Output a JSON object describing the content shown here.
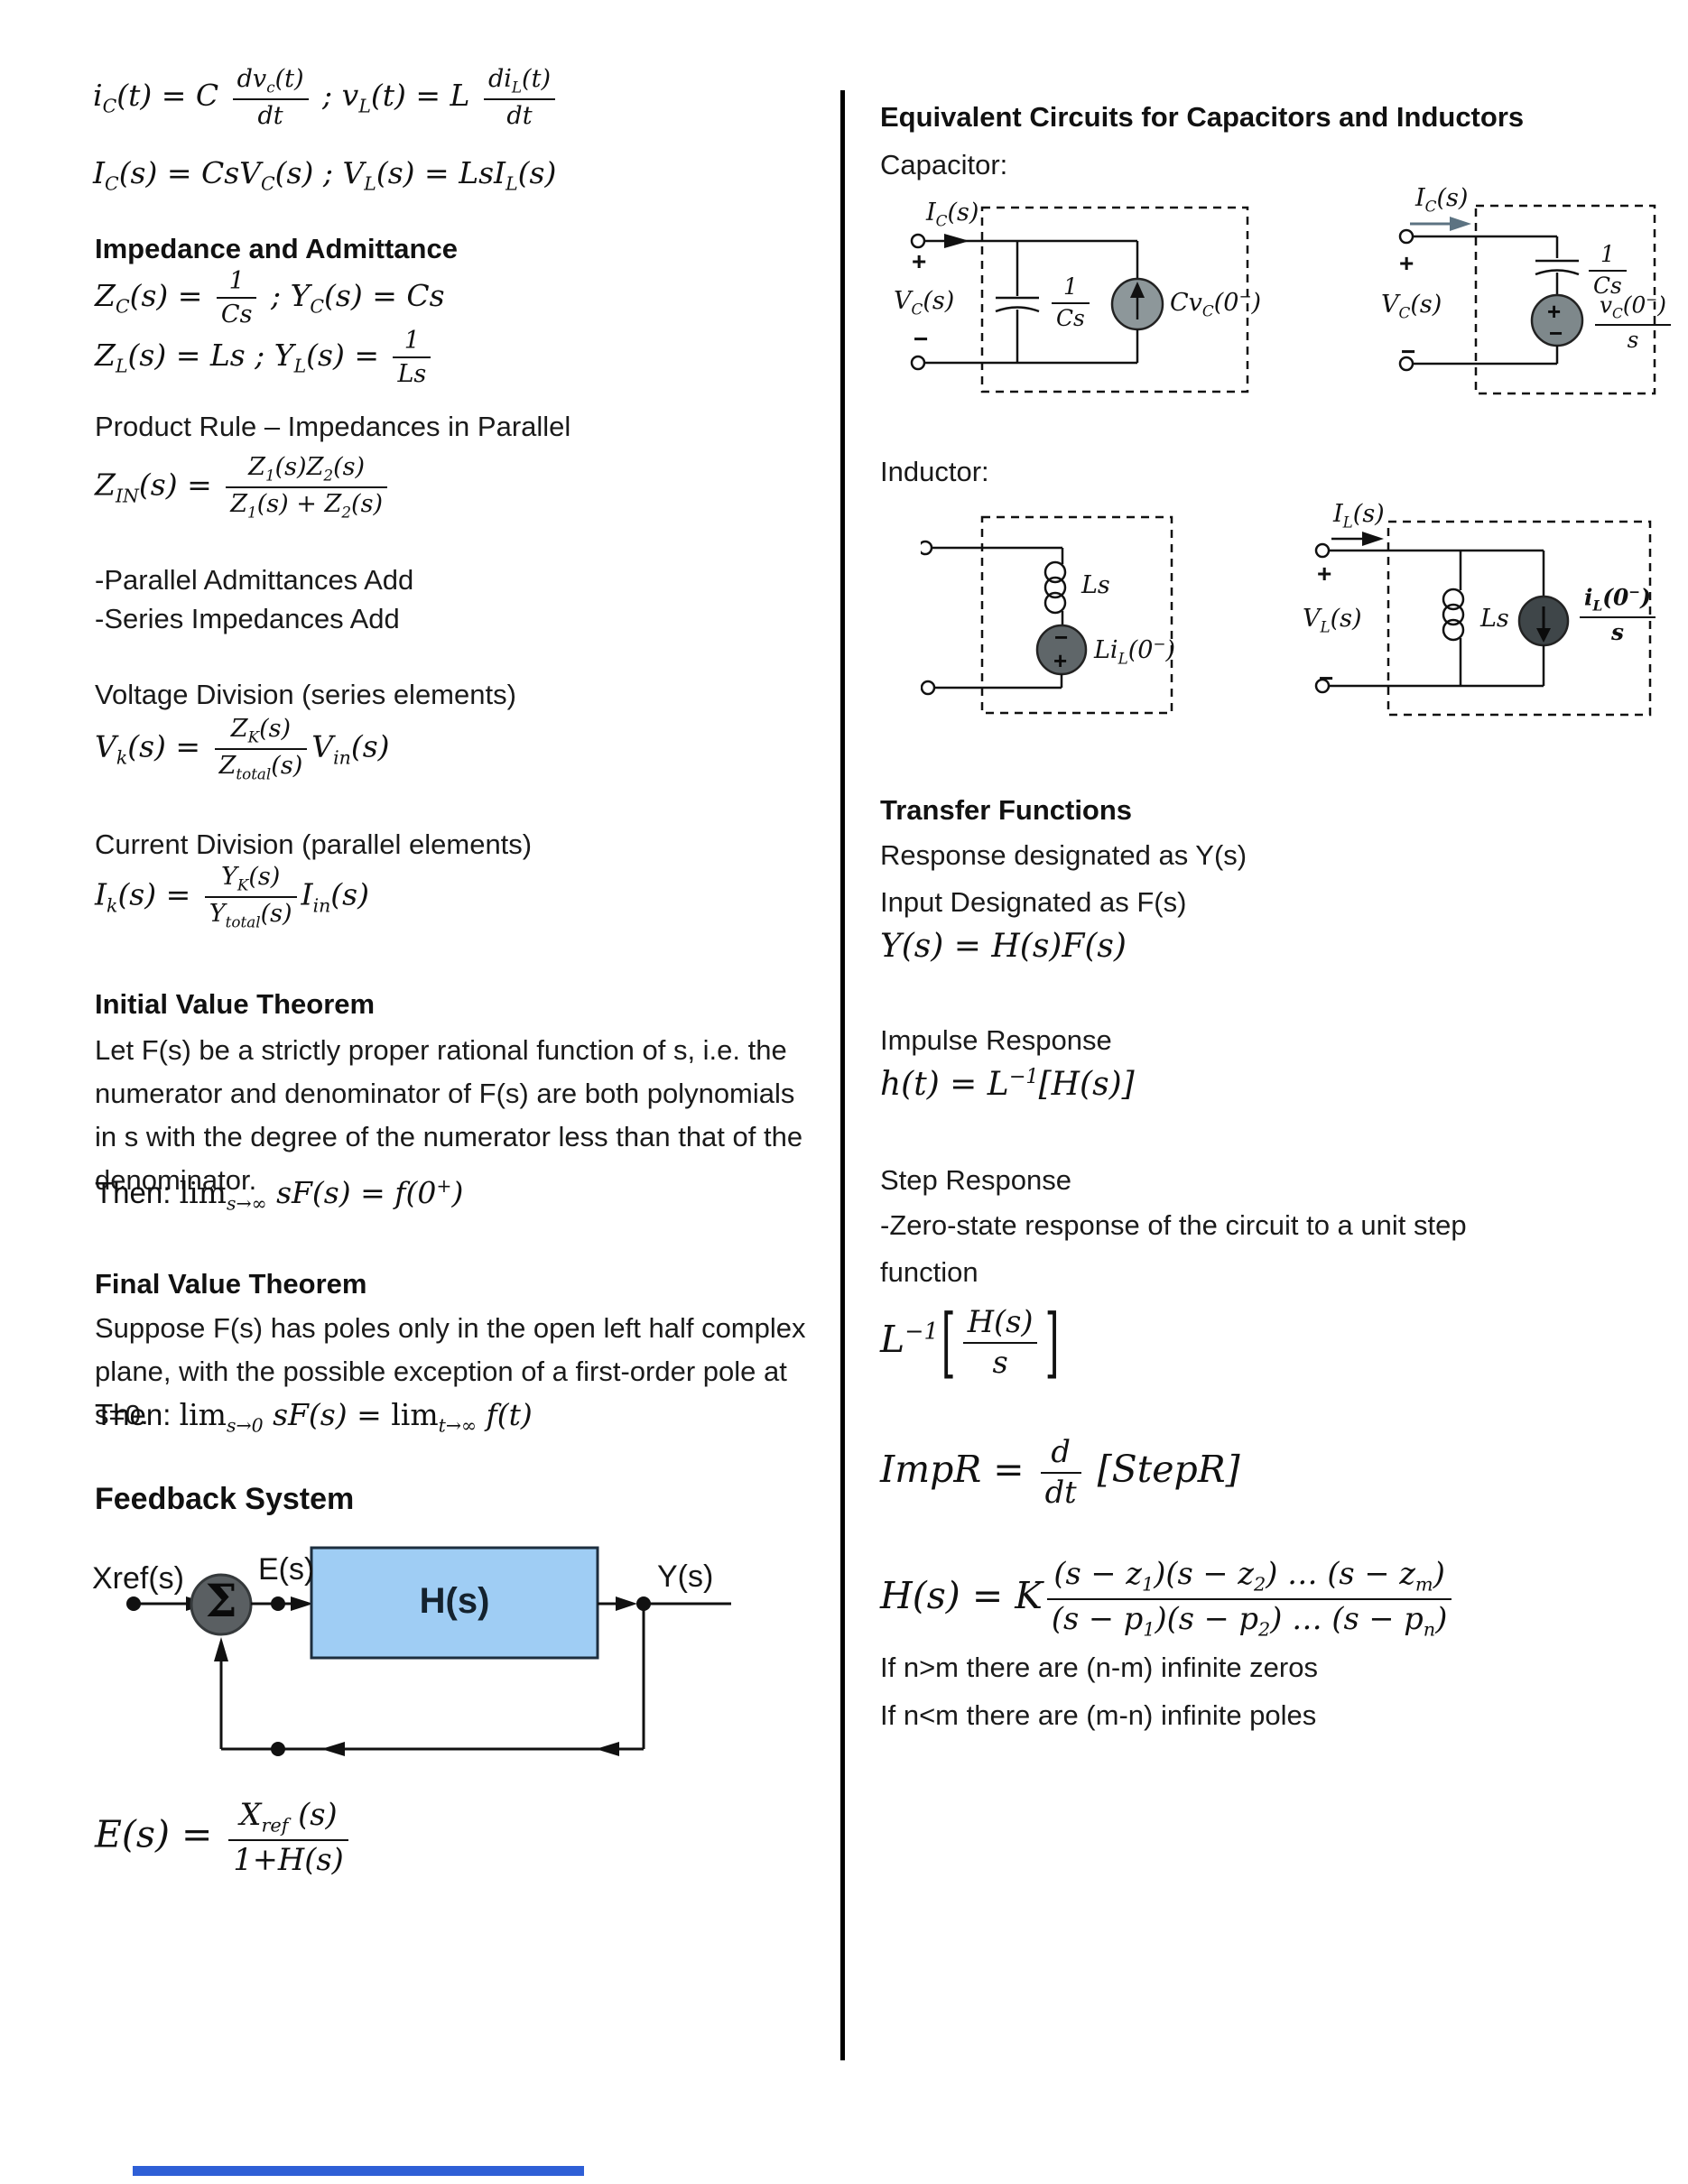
{
  "colors": {
    "divider": "#000000",
    "wire": "#111111",
    "h_box_fill": "#9fcdf4",
    "h_box_border": "#1d2e3e",
    "sum_fill": "#5a5f62",
    "source_light": "#8d979a",
    "source_mid": "#7e888b",
    "source_dark": "#5f6669",
    "source_darkest": "#3f4649",
    "arrow_gray": "#5c7382",
    "bottom_strip": "#2e5fd6"
  },
  "left": {
    "f_time_domain": [
      {
        "tx": "i"
      },
      {
        "sb": "C"
      },
      {
        "tx": "(t) = C "
      },
      {
        "fr": {
          "n": [
            {
              "tx": "dv"
            },
            {
              "sb": "c"
            },
            {
              "tx": "(t)"
            }
          ],
          "d": [
            {
              "tx": "dt"
            }
          ]
        }
      },
      {
        "tx": " ; v"
      },
      {
        "sb": "L"
      },
      {
        "tx": "(t) = L "
      },
      {
        "fr": {
          "n": [
            {
              "tx": "di"
            },
            {
              "sb": "L"
            },
            {
              "tx": "(t)"
            }
          ],
          "d": [
            {
              "tx": "dt"
            }
          ]
        }
      }
    ],
    "f_s_domain": [
      {
        "tx": "I"
      },
      {
        "sb": "C"
      },
      {
        "tx": "(s) = CsV"
      },
      {
        "sb": "C"
      },
      {
        "tx": "(s) ; V"
      },
      {
        "sb": "L"
      },
      {
        "tx": "(s) = LsI"
      },
      {
        "sb": "L"
      },
      {
        "tx": "(s)"
      }
    ],
    "h_impedance": "Impedance and Admittance",
    "f_zc": [
      {
        "tx": "Z"
      },
      {
        "sb": "C"
      },
      {
        "tx": "(s) = "
      },
      {
        "fr": {
          "n": [
            {
              "tx": "1"
            }
          ],
          "d": [
            {
              "tx": "Cs"
            }
          ]
        }
      },
      {
        "tx": " ; Y"
      },
      {
        "sb": "C"
      },
      {
        "tx": "(s) = Cs"
      }
    ],
    "f_zl": [
      {
        "tx": "Z"
      },
      {
        "sb": "L"
      },
      {
        "tx": "(s) = Ls ; Y"
      },
      {
        "sb": "L"
      },
      {
        "tx": "(s) = "
      },
      {
        "fr": {
          "n": [
            {
              "tx": "1"
            }
          ],
          "d": [
            {
              "tx": "Ls"
            }
          ]
        }
      }
    ],
    "h_product_rule": "Product Rule – Impedances in Parallel",
    "f_zin": [
      {
        "tx": "Z"
      },
      {
        "sb": "IN"
      },
      {
        "tx": "(s) = "
      },
      {
        "fr": {
          "n": [
            {
              "tx": "Z"
            },
            {
              "sb": "1"
            },
            {
              "tx": "(s)Z"
            },
            {
              "sb": "2"
            },
            {
              "tx": "(s)"
            }
          ],
          "d": [
            {
              "tx": "Z"
            },
            {
              "sb": "1"
            },
            {
              "tx": "(s) + Z"
            },
            {
              "sb": "2"
            },
            {
              "tx": "(s)"
            }
          ]
        }
      }
    ],
    "b_parallel": "-Parallel Admittances Add",
    "b_series": "-Series Impedances Add",
    "h_voltage_div": "Voltage Division (series elements)",
    "f_vdiv": [
      {
        "tx": "V"
      },
      {
        "sb": "k"
      },
      {
        "tx": "(s) = "
      },
      {
        "fr": {
          "n": [
            {
              "tx": "Z"
            },
            {
              "sb": "K"
            },
            {
              "tx": "(s)"
            }
          ],
          "d": [
            {
              "tx": "Z"
            },
            {
              "sb": "total"
            },
            {
              "tx": "(s)"
            }
          ]
        }
      },
      {
        "tx": "V"
      },
      {
        "sb": "in"
      },
      {
        "tx": "(s)"
      }
    ],
    "h_current_div": "Current Division (parallel elements)",
    "f_idiv": [
      {
        "tx": "I"
      },
      {
        "sb": "k"
      },
      {
        "tx": "(s) = "
      },
      {
        "fr": {
          "n": [
            {
              "tx": "Y"
            },
            {
              "sb": "K"
            },
            {
              "tx": "(s)"
            }
          ],
          "d": [
            {
              "tx": "Y"
            },
            {
              "sb": "total"
            },
            {
              "tx": "(s)"
            }
          ]
        }
      },
      {
        "tx": "I"
      },
      {
        "sb": "in"
      },
      {
        "tx": "(s)"
      }
    ],
    "h_ivt": "Initial Value Theorem",
    "p_ivt": "Let F(s) be a strictly proper rational function of s, i.e. the numerator and denominator of F(s) are both polynomials in s with the degree of the numerator less than that of the denominator.",
    "f_ivt": [
      {
        "rm": "Then:  "
      },
      {
        "up": "lim"
      },
      {
        "sb": "s→∞"
      },
      {
        "tx": " sF(s) = f(0"
      },
      {
        "sp": "+"
      },
      {
        "tx": ")"
      }
    ],
    "h_fvt": "Final Value Theorem",
    "p_fvt": "Suppose F(s) has poles only in the open left half complex plane, with the possible exception of a first-order pole at s=0.",
    "f_fvt": [
      {
        "rm": "Then:  "
      },
      {
        "up": "lim"
      },
      {
        "sb": "s→0"
      },
      {
        "tx": " sF(s) = "
      },
      {
        "up": "lim"
      },
      {
        "sb": "t→∞"
      },
      {
        "tx": " f(t)"
      }
    ],
    "h_feedback": "Feedback System",
    "fb": {
      "input": "Xref(s)",
      "error": "E(s)",
      "block": "H(s)",
      "output": "Y(s)",
      "sum": "Σ"
    },
    "f_es": [
      {
        "tx": "E(s) = "
      },
      {
        "fr": {
          "n": [
            {
              "tx": "X"
            },
            {
              "sb": "ref"
            },
            {
              "tx": " (s)"
            }
          ],
          "d": [
            {
              "tx": "1+H(s)"
            }
          ]
        }
      }
    ]
  },
  "right": {
    "h_equiv": "Equivalent Circuits for Capacitors and Inductors",
    "sub_cap": "Capacitor:",
    "sub_ind": "Inductor:",
    "cap_par": {
      "current": [
        {
          "tx": "I"
        },
        {
          "sb": "C"
        },
        {
          "tx": "(s)"
        }
      ],
      "voltage": [
        {
          "tx": "V"
        },
        {
          "sb": "C"
        },
        {
          "tx": "(s)"
        }
      ],
      "plus": "+",
      "minus": "−",
      "element": [
        {
          "fr": {
            "n": [
              {
                "tx": "1"
              }
            ],
            "d": [
              {
                "tx": "Cs"
              }
            ]
          }
        }
      ],
      "source": [
        {
          "tx": "Cv"
        },
        {
          "sb": "C"
        },
        {
          "tx": "(0"
        },
        {
          "sp": "−"
        },
        {
          "tx": ")"
        }
      ]
    },
    "cap_ser": {
      "current": [
        {
          "tx": "I"
        },
        {
          "sb": "C"
        },
        {
          "tx": "(s)"
        }
      ],
      "voltage": [
        {
          "tx": "V"
        },
        {
          "sb": "C"
        },
        {
          "tx": "(s)"
        }
      ],
      "plus": "+",
      "minus": "−",
      "src_plus": "+",
      "src_minus": "−",
      "element": [
        {
          "fr": {
            "n": [
              {
                "tx": "1"
              }
            ],
            "d": [
              {
                "tx": "Cs"
              }
            ]
          }
        }
      ],
      "source": [
        {
          "fr": {
            "n": [
              {
                "tx": "v"
              },
              {
                "sb": "C"
              },
              {
                "tx": "(0"
              },
              {
                "sp": "−"
              },
              {
                "tx": ")"
              }
            ],
            "d": [
              {
                "tx": "s"
              }
            ]
          }
        }
      ]
    },
    "ind_ser": {
      "element": [
        {
          "tx": "Ls"
        }
      ],
      "src_plus": "+",
      "src_minus": "−",
      "source": [
        {
          "tx": "Li"
        },
        {
          "sb": "L"
        },
        {
          "tx": "(0"
        },
        {
          "sp": "−"
        },
        {
          "tx": ")"
        }
      ]
    },
    "ind_par": {
      "current": [
        {
          "tx": "I"
        },
        {
          "sb": "L"
        },
        {
          "tx": "(s)"
        }
      ],
      "voltage": [
        {
          "tx": "V"
        },
        {
          "sb": "L"
        },
        {
          "tx": "(s)"
        }
      ],
      "plus": "+",
      "minus": "−",
      "element": [
        {
          "tx": "Ls"
        }
      ],
      "source": [
        {
          "fr": {
            "n": [
              {
                "tx": "i"
              },
              {
                "sb": "L"
              },
              {
                "tx": "(0"
              },
              {
                "sp": "−"
              },
              {
                "tx": ")"
              }
            ],
            "d": [
              {
                "tx": "s"
              }
            ]
          }
        }
      ]
    },
    "h_tf": "Transfer Functions",
    "t_resp": "Response designated as Y(s)",
    "t_input": "Input Designated as F(s)",
    "f_ysf": [
      {
        "tx": "Y(s) = H(s)F(s)"
      }
    ],
    "t_impulse": "Impulse Response",
    "f_ht": [
      {
        "tx": "h(t) = L"
      },
      {
        "sp": "−1"
      },
      {
        "tx": "[H(s)]"
      }
    ],
    "t_step": "Step Response",
    "t_zero1": "-Zero-state response of the circuit to a unit step",
    "t_zero2": "function",
    "f_stepr": [
      {
        "tx": "L"
      },
      {
        "sp": "−1"
      },
      {
        "bg": "["
      },
      {
        "fr": {
          "n": [
            {
              "tx": "H(s)"
            }
          ],
          "d": [
            {
              "tx": "s"
            }
          ]
        }
      },
      {
        "bg": "]"
      }
    ],
    "f_impr": [
      {
        "tx": "ImpR = "
      },
      {
        "fr": {
          "n": [
            {
              "tx": "d"
            }
          ],
          "d": [
            {
              "tx": "dt"
            }
          ]
        }
      },
      {
        "tx": " [StepR]"
      }
    ],
    "f_hs": [
      {
        "tx": "H(s) = K"
      },
      {
        "fr": {
          "n": [
            {
              "tx": "(s − z"
            },
            {
              "sb": "1"
            },
            {
              "tx": ")(s − z"
            },
            {
              "sb": "2"
            },
            {
              "tx": ") … (s − z"
            },
            {
              "sb": "m"
            },
            {
              "tx": ")"
            }
          ],
          "d": [
            {
              "tx": "(s − p"
            },
            {
              "sb": "1"
            },
            {
              "tx": ")(s − p"
            },
            {
              "sb": "2"
            },
            {
              "tx": ") … (s − p"
            },
            {
              "sb": "n"
            },
            {
              "tx": ")"
            }
          ]
        }
      }
    ],
    "t_nm1": "If n>m there are (n-m) infinite zeros",
    "t_nm2": "If n<m there are (m-n) infinite poles"
  }
}
